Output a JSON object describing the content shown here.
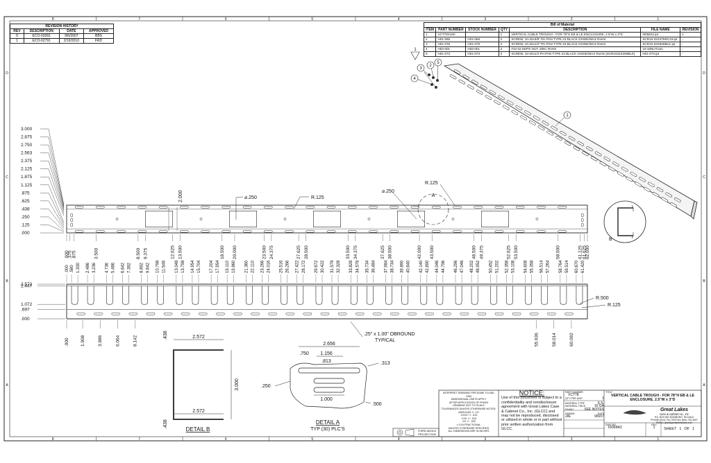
{
  "revision_history": {
    "title": "REVISION HISTORY",
    "headers": [
      "REV",
      "DESCRIPTION",
      "DATE",
      "APPROVED"
    ],
    "rows": [
      [
        "0",
        "ECO-02091",
        "9/6/2007",
        "BBS"
      ],
      [
        "1",
        "ECO-02791",
        "2/19/2010",
        "FRD"
      ]
    ]
  },
  "bom": {
    "title": "Bill of Material",
    "headers": [
      "ITEM",
      "PART NUMBER",
      "STOCK NUMBER",
      "QTY",
      "DESCRIPTION",
      "FILE NAME",
      "REVISION"
    ],
    "rows": [
      [
        "1",
        "VCT78X100",
        "",
        "1",
        "VERTICAL CABLE TROUGH - FOR 78\"H EB & LE ENCLOSURE, 2.5\"W x 3\"D",
        "I005842.ipt",
        "1"
      ],
      [
        "2",
        "H01-068",
        "H01-068",
        "2",
        "SCREW, 10-32x3/8\" PH PAN TYPE 23 BLACK OXIDE/WAX RoHS",
        "SCR10-32X375RC23.ipt",
        "-"
      ],
      [
        "3",
        "H01-078",
        "H01-078",
        "2",
        "SCREW, 10-32x1/2\" PH PAN TYPE 23 BLACK OXIDE/WAX RoHS",
        "SCR10-32X500BLK.ipt",
        "-"
      ],
      [
        "4",
        "H02-001",
        "H02-001",
        "2",
        "#10-32 KEPS NUT, ZINC RoHS",
        "10-32NUT.iam",
        "-"
      ],
      [
        "5",
        "H01-073",
        "H01-073",
        "2",
        "SCREW, 10-32x1/4 PH PAN TYPE 23 BLACK OXIDE/WAX RoHS (SCR1032X250BLK)",
        "H01-073.ipt",
        "-"
      ]
    ],
    "rev_flag": "1"
  },
  "zone_columns": [
    "8",
    "7",
    "6",
    "5",
    "4",
    "3",
    "2",
    "1"
  ],
  "zone_rows": [
    "D",
    "C",
    "B",
    "A"
  ],
  "view1": {
    "y_dims": [
      "3.000",
      "2.875",
      "2.750",
      "2.563",
      "2.375",
      "2.125",
      "1.875",
      "1.125",
      ".875",
      ".625",
      ".438",
      ".250",
      ".125",
      ".000"
    ],
    "x_dims": [
      ".000",
      ".375",
      ".875",
      "3.500",
      "8.500",
      "9.375",
      "12.625",
      "13.500",
      "18.500",
      "20.000",
      "23.500",
      "24.375",
      "27.625",
      "28.500",
      "33.500",
      "34.375",
      "37.625",
      "38.500",
      "42.000",
      "43.500",
      "48.500",
      "49.375",
      "52.625",
      "53.500",
      "58.500",
      "61.125",
      "61.625",
      "62.000"
    ],
    "note_dia1": "⌀.250",
    "note_r1": "R.125",
    "note_dia2": "⌀.250",
    "note_r2": "R.125",
    "note_2000": "2.000",
    "detail_a_letter": "A",
    "detail_b_letter": "B"
  },
  "view2": {
    "y_dims": [
      "2.572",
      "2.447",
      "1.072",
      ".697",
      ".000"
    ],
    "top_x_dims": [
      ".000",
      ".580",
      "1.330",
      "2.486",
      "3.236",
      "4.736",
      "5.486",
      "6.642",
      "7.392",
      "8.892",
      "9.642",
      "10.798",
      "11.548",
      "13.048",
      "13.798",
      "14.954",
      "15.704",
      "17.204",
      "17.954",
      "19.110",
      "19.860",
      "21.360",
      "22.110",
      "23.266",
      "24.016",
      "25.516",
      "26.266",
      "27.422",
      "28.172",
      "29.672",
      "30.422",
      "31.578",
      "32.328",
      "33.828",
      "34.578",
      "35.734",
      "36.484",
      "37.984",
      "38.734",
      "39.890",
      "40.640",
      "42.140",
      "42.890",
      "44.046",
      "44.796",
      "46.296",
      "47.046",
      "48.202",
      "48.952",
      "50.452",
      "51.202",
      "52.358",
      "53.108",
      "54.608",
      "55.358",
      "56.514",
      "57.264",
      "58.764",
      "59.514",
      "60.670",
      "61.420"
    ],
    "bottom_x_dims": [
      ".000",
      "1.908",
      "3.986",
      "6.064",
      "8.142",
      "55.936",
      "58.014",
      "60.092"
    ],
    "note_r500": "R.500",
    "note_r125": "R.125",
    "obround_note": ".25\" x 1.00\" OBROUND",
    "obround_note2": "TYPICAL"
  },
  "detail_b": {
    "label": "DETAIL B",
    "dims": [
      "2.572",
      "2.572",
      "3.000",
      ".438",
      ".438"
    ]
  },
  "detail_a": {
    "label": "DETAIL A",
    "sub": "TYP (30) PLC'S",
    "dims": [
      "2.656",
      ".750",
      "1.156",
      ".813",
      ".313",
      ".250",
      "1.000",
      ".500"
    ]
  },
  "balloons": [
    "1",
    "2",
    "3",
    "4",
    "5"
  ],
  "notice": {
    "title": "NOTICE:",
    "text": "Use of this document is subject to a confidentiality and nondisclosure agreement with Great Lakes Case & Cabinet Co., Inc. (GLCC) and may not be reproduced, disclosed or utilized in whole or in part without prior written authorization from GLCC."
  },
  "tolerance_block": {
    "lines": [
      "INTERPRET DRAWING PER ASME Y14.5M-1994",
      "DIMENSIONAL LIMITS APPLY",
      "AFTER APPLICATION OF FINISH",
      "DRAWING NOT TO SCALE",
      "TOLERANCES UNLESS OTHERWISE NOTED:",
      "ANGULAR +/- 1/2",
      ".XXXX +/- .010",
      ".XXX +/- .015",
      ".XX +/- .030",
      "± 1/16 FRACTIONAL",
      "UNLESS OTHERWISE SPECIFIED",
      "ALL DIMENSIONS ARE IN INCHES"
    ],
    "projection": "THIRD ANGLE PROJECTION"
  },
  "title_block": {
    "part_number_label": "PART NUMBER",
    "part_number": "VCT78",
    "title_label": "TITLE",
    "title": "VERTICAL CABLE TROUGH - FOR 78\"H EB & LE ENCLOSURE, 2.5\"W x 3\"D",
    "qty_label": "QTY PER UNIT",
    "qty": "1",
    "material_label": "MATERIAL TYPE",
    "material": "S.S.",
    "thickness_label": "MATERIAL THICK",
    "thickness": "16 GA",
    "finish_label": "FINISH",
    "finish": "SEE NOTES",
    "drawn_label": "DRAWN",
    "drawn": "JAL",
    "date_label": "DATE",
    "date": "9/6/07",
    "company": "Great Lakes",
    "company_sub": "case & cabinet co., inc",
    "address": "P.O. BOX 891 EDINBORO, PA 16412",
    "phone": "PHONE (814) 734-7303 FAX (814) 734-3007 EMAIL: glcc@greatlakescase.com",
    "dwg_no_label": "DWG NO",
    "dwg_no": "I005842",
    "rev_label": "REV",
    "rev": "1",
    "sheet_label": "SHEET",
    "sheet": "1",
    "of_label": "OF",
    "of": "1"
  }
}
